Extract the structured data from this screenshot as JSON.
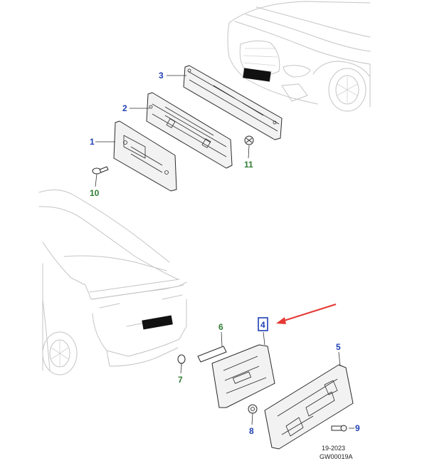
{
  "colors": {
    "callout_blue": "#1f3fb5",
    "callout_green": "#2e7d32",
    "highlight_box": "#1f3fb5",
    "arrow_red": "#e53935",
    "plate_dark": "#111111"
  },
  "callouts": [
    {
      "id": "1",
      "color": "callout_blue"
    },
    {
      "id": "2",
      "color": "callout_blue"
    },
    {
      "id": "3",
      "color": "callout_blue"
    },
    {
      "id": "4",
      "color": "callout_blue"
    },
    {
      "id": "5",
      "color": "callout_blue"
    },
    {
      "id": "6",
      "color": "callout_green"
    },
    {
      "id": "7",
      "color": "callout_green"
    },
    {
      "id": "8",
      "color": "callout_blue"
    },
    {
      "id": "9",
      "color": "callout_blue"
    },
    {
      "id": "10",
      "color": "callout_green"
    },
    {
      "id": "11",
      "color": "callout_green"
    }
  ],
  "footer": {
    "line1": "19-2023",
    "line2": "GW00019A"
  }
}
